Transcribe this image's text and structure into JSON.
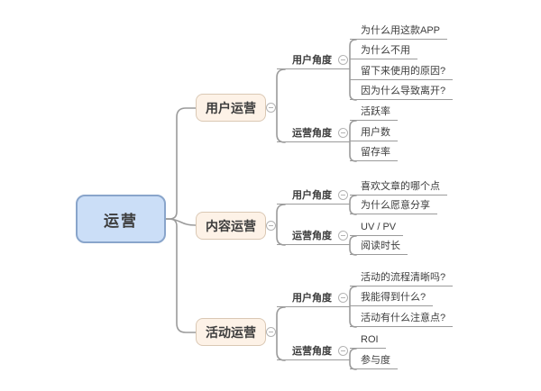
{
  "diagram_title": "运营 mind map",
  "root": {
    "label": "运营"
  },
  "branches": [
    {
      "label": "用户运营",
      "groups": [
        {
          "label": "用户角度",
          "leaves": [
            "为什么用这款APP",
            "为什么不用",
            "留下来使用的原因?",
            "因为什么导致离开?"
          ]
        },
        {
          "label": "运营角度",
          "leaves": [
            "活跃率",
            "用户数",
            "留存率"
          ]
        }
      ]
    },
    {
      "label": "内容运营",
      "groups": [
        {
          "label": "用户角度",
          "leaves": [
            "喜欢文章的哪个点",
            "为什么愿意分享"
          ]
        },
        {
          "label": "运营角度",
          "leaves": [
            "UV / PV",
            "阅读时长"
          ]
        }
      ]
    },
    {
      "label": "活动运营",
      "groups": [
        {
          "label": "用户角度",
          "leaves": [
            "活动的流程清晰吗?",
            "我能得到什么?",
            "活动有什么注意点?"
          ]
        },
        {
          "label": "运营角度",
          "leaves": [
            "ROI",
            "参与度"
          ]
        }
      ]
    }
  ],
  "icons": {
    "collapse_button": "minus-icon"
  },
  "colors": {
    "rootFill": "#cbdef7",
    "rootBorder": "#89a5cb",
    "branchFill": "#fdf2e7",
    "branchBorder": "#dac8b4",
    "line": "#9b9b9b",
    "btnBorder": "#b3b3b3",
    "text": "#3d3d3d"
  }
}
